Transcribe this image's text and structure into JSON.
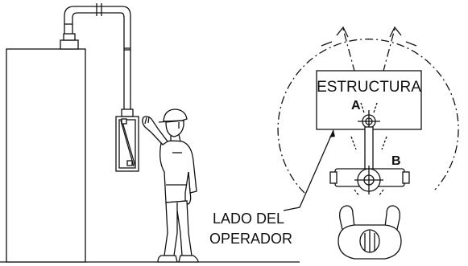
{
  "labels": {
    "structure": "ESTRUCTURA",
    "point_a": "A",
    "point_b": "B",
    "operator_side_line1": "LADO DEL",
    "operator_side_line2": "OPERADOR"
  },
  "colors": {
    "ink": "#111111",
    "background": "#ffffff"
  },
  "icons": [
    "wall-mounted-unit",
    "articulated-pipe-arm",
    "hand-control-box",
    "standing-operator",
    "swing-arc",
    "operator-top-view"
  ]
}
